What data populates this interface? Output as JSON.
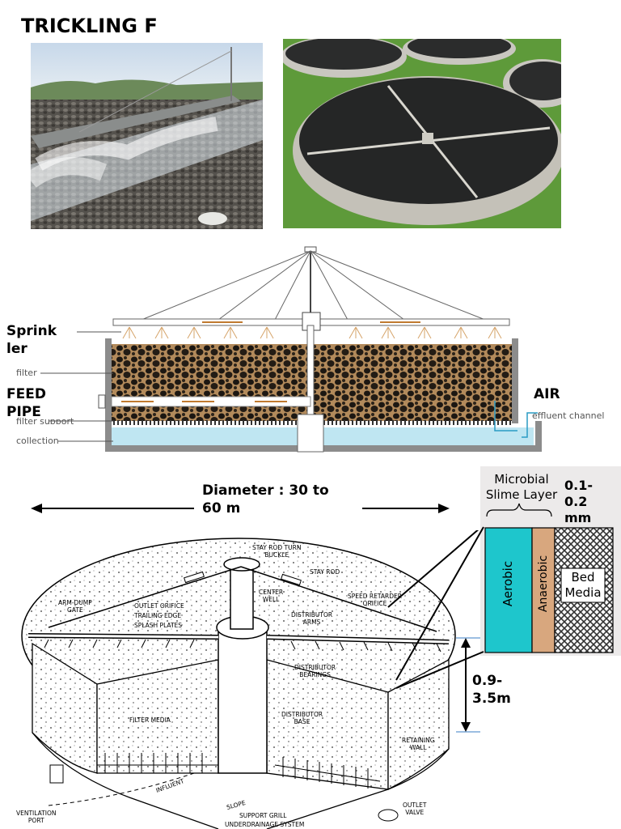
{
  "title": "TRICKLING F",
  "photos": {
    "left": "photo-distributor-arm",
    "right": "photo-filter-beds"
  },
  "schematic": {
    "sprinkler": "Sprink\nler",
    "filter": "filter",
    "feed_pipe": "FEED\nPIPE",
    "filter_support": "filter support",
    "collection": "collection",
    "air": "AIR",
    "effluent_channel": "effluent channel"
  },
  "diameter": {
    "label": "Diameter : 30 to\n60 m"
  },
  "depth": {
    "label": "0.9-\n3.5m"
  },
  "slime": {
    "title": "Microbial\nSlime Layer",
    "thickness": "0.1-\n0.2\nmm",
    "aerobic": "Aerobic",
    "anaerobic": "Anaerobic",
    "bed_media": "Bed\nMedia",
    "colors": {
      "aerobic": "#1ec6cc",
      "anaerobic": "#d8a77e"
    }
  },
  "cutaway": {
    "stay_rod_turn_buckle": "STAY ROD TURN\nBUCKLE",
    "stay_rod": "STAY ROD",
    "center_well": "CENTER\nWELL",
    "speed_retarder_orifice": "SPEED RETARDER\nORIFICE",
    "arm_dump_gate": "ARM-DUMP\nGATE",
    "outlet_orifice": "OUTLET ORIFICE",
    "trailing_edge": "TRAILING EDGE",
    "splash_plates": "SPLASH PLATES",
    "distributor_arms": "DISTRIBUTOR\nARMS",
    "distributor_bearings": "DISTRIBUTOR\nBEARINGS",
    "filter_media": "FILTER MEDIA",
    "distributor_base": "DISTRIBUTOR\nBASE",
    "retaining_wall": "RETAINING\nWALL",
    "influent": "INFLUENT",
    "slope": "SLOPE",
    "support_grill": "SUPPORT GRILL",
    "underdrainage_system": "UNDERDRAINAGE SYSTEM",
    "ventilation_port": "VENTILATION\nPORT",
    "outlet_valve": "OUTLET\nVALVE"
  }
}
